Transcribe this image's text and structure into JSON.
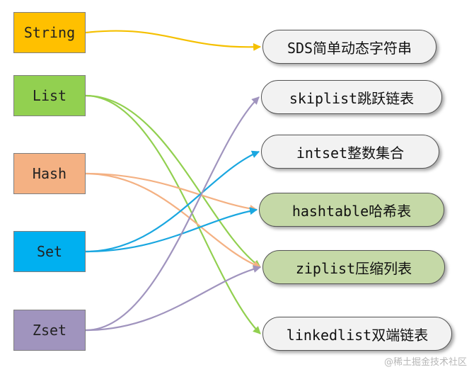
{
  "types": [
    {
      "id": "string",
      "label": "String",
      "color": "#FFC000"
    },
    {
      "id": "list",
      "label": "List",
      "color": "#92D050"
    },
    {
      "id": "hash",
      "label": "Hash",
      "color": "#F4B183"
    },
    {
      "id": "set",
      "label": "Set",
      "color": "#00B0F0"
    },
    {
      "id": "zset",
      "label": "Zset",
      "color": "#A094BE"
    }
  ],
  "encodings": [
    {
      "id": "sds",
      "label": "SDS简单动态字符串",
      "fill": "#F2F2F2"
    },
    {
      "id": "skiplist",
      "label": "skiplist跳跃链表",
      "fill": "#F2F2F2"
    },
    {
      "id": "intset",
      "label": "intset整数集合",
      "fill": "#F2F2F2"
    },
    {
      "id": "hashtable",
      "label": "hashtable哈希表",
      "fill": "#C5D9A7"
    },
    {
      "id": "ziplist",
      "label": "ziplist压缩列表",
      "fill": "#C5D9A7"
    },
    {
      "id": "linkedlist",
      "label": "linkedlist双端链表",
      "fill": "#F2F2F2"
    }
  ],
  "edges": [
    {
      "from": "string",
      "to": "sds",
      "color": "#F5C000"
    },
    {
      "from": "list",
      "to": "ziplist",
      "color": "#92D050"
    },
    {
      "from": "list",
      "to": "linkedlist",
      "color": "#92D050"
    },
    {
      "from": "hash",
      "to": "hashtable",
      "color": "#F4B183"
    },
    {
      "from": "hash",
      "to": "ziplist",
      "color": "#F4B183"
    },
    {
      "from": "set",
      "to": "intset",
      "color": "#1AA7E0"
    },
    {
      "from": "set",
      "to": "hashtable",
      "color": "#1AA7E0"
    },
    {
      "from": "zset",
      "to": "skiplist",
      "color": "#A094BE"
    },
    {
      "from": "zset",
      "to": "ziplist",
      "color": "#A094BE"
    }
  ],
  "watermark": "@稀土掘金技术社区"
}
